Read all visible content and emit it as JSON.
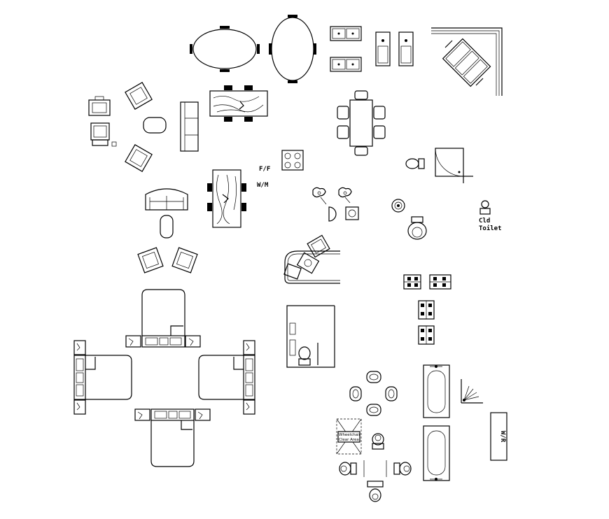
{
  "labels": {
    "ff": "F/F",
    "wm": "W/M",
    "cld": "Cld",
    "toilet": "Toilet",
    "wheelchair_line1": "Wheelchair",
    "wheelchair_line2": "Clear Area",
    "wr": "W/R"
  }
}
